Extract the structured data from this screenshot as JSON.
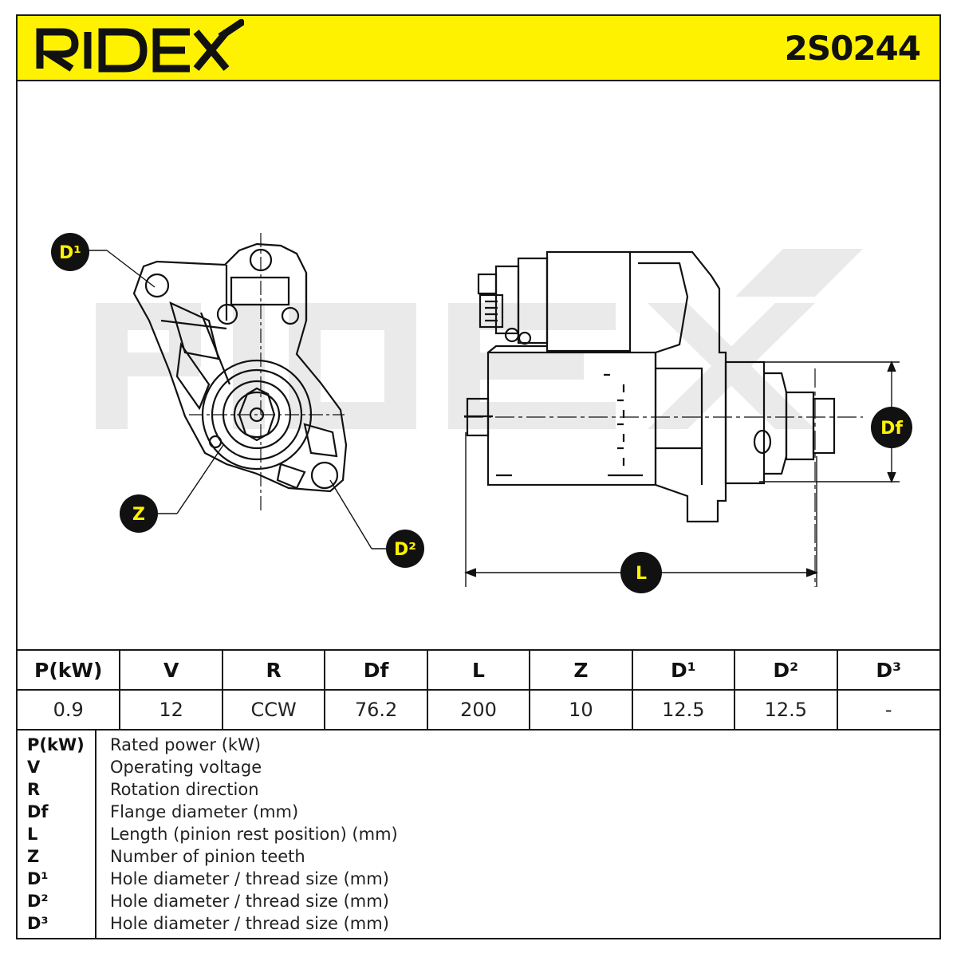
{
  "brand": {
    "logo_text": "RIDEX"
  },
  "part_number": "2S0244",
  "diagram": {
    "callouts": [
      "D¹",
      "Z",
      "D²",
      "Df",
      "L"
    ]
  },
  "specs": {
    "headers": [
      "P(kW)",
      "V",
      "R",
      "Df",
      "L",
      "Z",
      "D¹",
      "D²",
      "D³"
    ],
    "values": [
      "0.9",
      "12",
      "CCW",
      "76.2",
      "200",
      "10",
      "12.5",
      "12.5",
      "-"
    ]
  },
  "legend": [
    {
      "code": "P(kW)",
      "desc": "Rated power (kW)"
    },
    {
      "code": "V",
      "desc": "Operating voltage"
    },
    {
      "code": "R",
      "desc": "Rotation direction"
    },
    {
      "code": "Df",
      "desc": "Flange diameter (mm)"
    },
    {
      "code": "L",
      "desc": "Length (pinion rest position) (mm)"
    },
    {
      "code": "Z",
      "desc": "Number of pinion teeth"
    },
    {
      "code": "D¹",
      "desc": "Hole diameter / thread size (mm)"
    },
    {
      "code": "D²",
      "desc": "Hole diameter / thread size (mm)"
    },
    {
      "code": "D³",
      "desc": "Hole diameter / thread size (mm)"
    }
  ],
  "colors": {
    "accent": "#fff200",
    "ink": "#1a1a1a",
    "watermark": "#e6e6e6"
  }
}
